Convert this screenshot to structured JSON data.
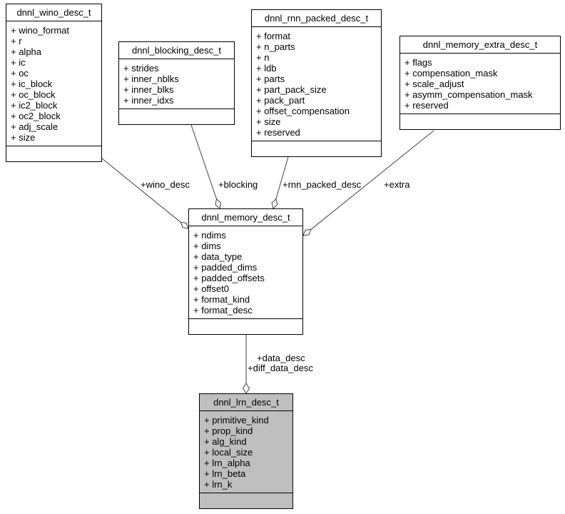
{
  "diagram": {
    "kind": "uml-collaboration-graph",
    "background_color": "#ffffff",
    "box_border_color": "#000000",
    "edge_color": "#404040",
    "highlight_fill": "#bfbfbf",
    "classes": [
      {
        "title": "dnnl_wino_desc_t",
        "fields": [
          "+ wino_format",
          "+ r",
          "+ alpha",
          "+ ic",
          "+ oc",
          "+ ic_block",
          "+ oc_block",
          "+ ic2_block",
          "+ oc2_block",
          "+ adj_scale",
          "+ size"
        ]
      },
      {
        "title": "dnnl_blocking_desc_t",
        "fields": [
          "+ strides",
          "+ inner_nblks",
          "+ inner_blks",
          "+ inner_idxs"
        ]
      },
      {
        "title": "dnnl_rnn_packed_desc_t",
        "fields": [
          "+ format",
          "+ n_parts",
          "+ n",
          "+ ldb",
          "+ parts",
          "+ part_pack_size",
          "+ pack_part",
          "+ offset_compensation",
          "+ size",
          "+ reserved"
        ]
      },
      {
        "title": "dnnl_memory_extra_desc_t",
        "fields": [
          "+ flags",
          "+ compensation_mask",
          "+ scale_adjust",
          "+ asymm_compensation_mask",
          "+ reserved"
        ]
      },
      {
        "title": "dnnl_memory_desc_t",
        "fields": [
          "+ ndims",
          "+ dims",
          "+ data_type",
          "+ padded_dims",
          "+ padded_offsets",
          "+ offset0",
          "+ format_kind",
          "+ format_desc"
        ]
      },
      {
        "title": "dnnl_lrn_desc_t",
        "highlighted": true,
        "fields": [
          "+ primitive_kind",
          "+ prop_kind",
          "+ alg_kind",
          "+ local_size",
          "+ lrn_alpha",
          "+ lrn_beta",
          "+ lrn_k"
        ]
      }
    ],
    "edges": [
      {
        "from": "dnnl_wino_desc_t",
        "to": "dnnl_memory_desc_t",
        "relation": "aggregation",
        "labels": [
          "+wino_desc"
        ]
      },
      {
        "from": "dnnl_blocking_desc_t",
        "to": "dnnl_memory_desc_t",
        "relation": "aggregation",
        "labels": [
          "+blocking"
        ]
      },
      {
        "from": "dnnl_rnn_packed_desc_t",
        "to": "dnnl_memory_desc_t",
        "relation": "aggregation",
        "labels": [
          "+rnn_packed_desc"
        ]
      },
      {
        "from": "dnnl_memory_extra_desc_t",
        "to": "dnnl_memory_desc_t",
        "relation": "aggregation",
        "labels": [
          "+extra"
        ]
      },
      {
        "from": "dnnl_memory_desc_t",
        "to": "dnnl_lrn_desc_t",
        "relation": "aggregation",
        "labels": [
          "+data_desc",
          "+diff_data_desc"
        ]
      }
    ]
  }
}
